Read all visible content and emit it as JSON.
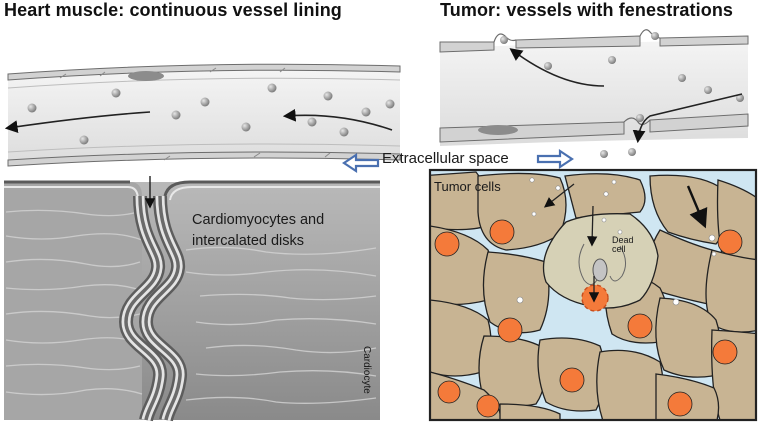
{
  "titles": {
    "left": "Heart muscle: continuous vessel lining",
    "right": "Tumor: vessels with fenestrations"
  },
  "labels": {
    "extracellular": "Extracellular space",
    "cardiomyocytes_line1": "Cardiomyocytes and",
    "cardiomyocytes_line2": "intercalated disks",
    "cardiocyte": "Cardiocyte",
    "tumor_cells": "Tumor cells",
    "dead_line1": "Dead",
    "dead_line2": "cell"
  },
  "colors": {
    "tumor_cell_fill": "#c8b493",
    "nucleus_orange": "#f47a3a",
    "extracellular_blue": "#cfe6f2",
    "particle_gray": "#9a9a9a",
    "vessel_gray": "#e8e8e8",
    "muscle_gray": "#9c9c9c",
    "arrow_blue": "#4a70b0"
  },
  "icons": {
    "left_arrow": "double-outline-arrow-left",
    "right_arrow": "double-outline-arrow-right"
  }
}
